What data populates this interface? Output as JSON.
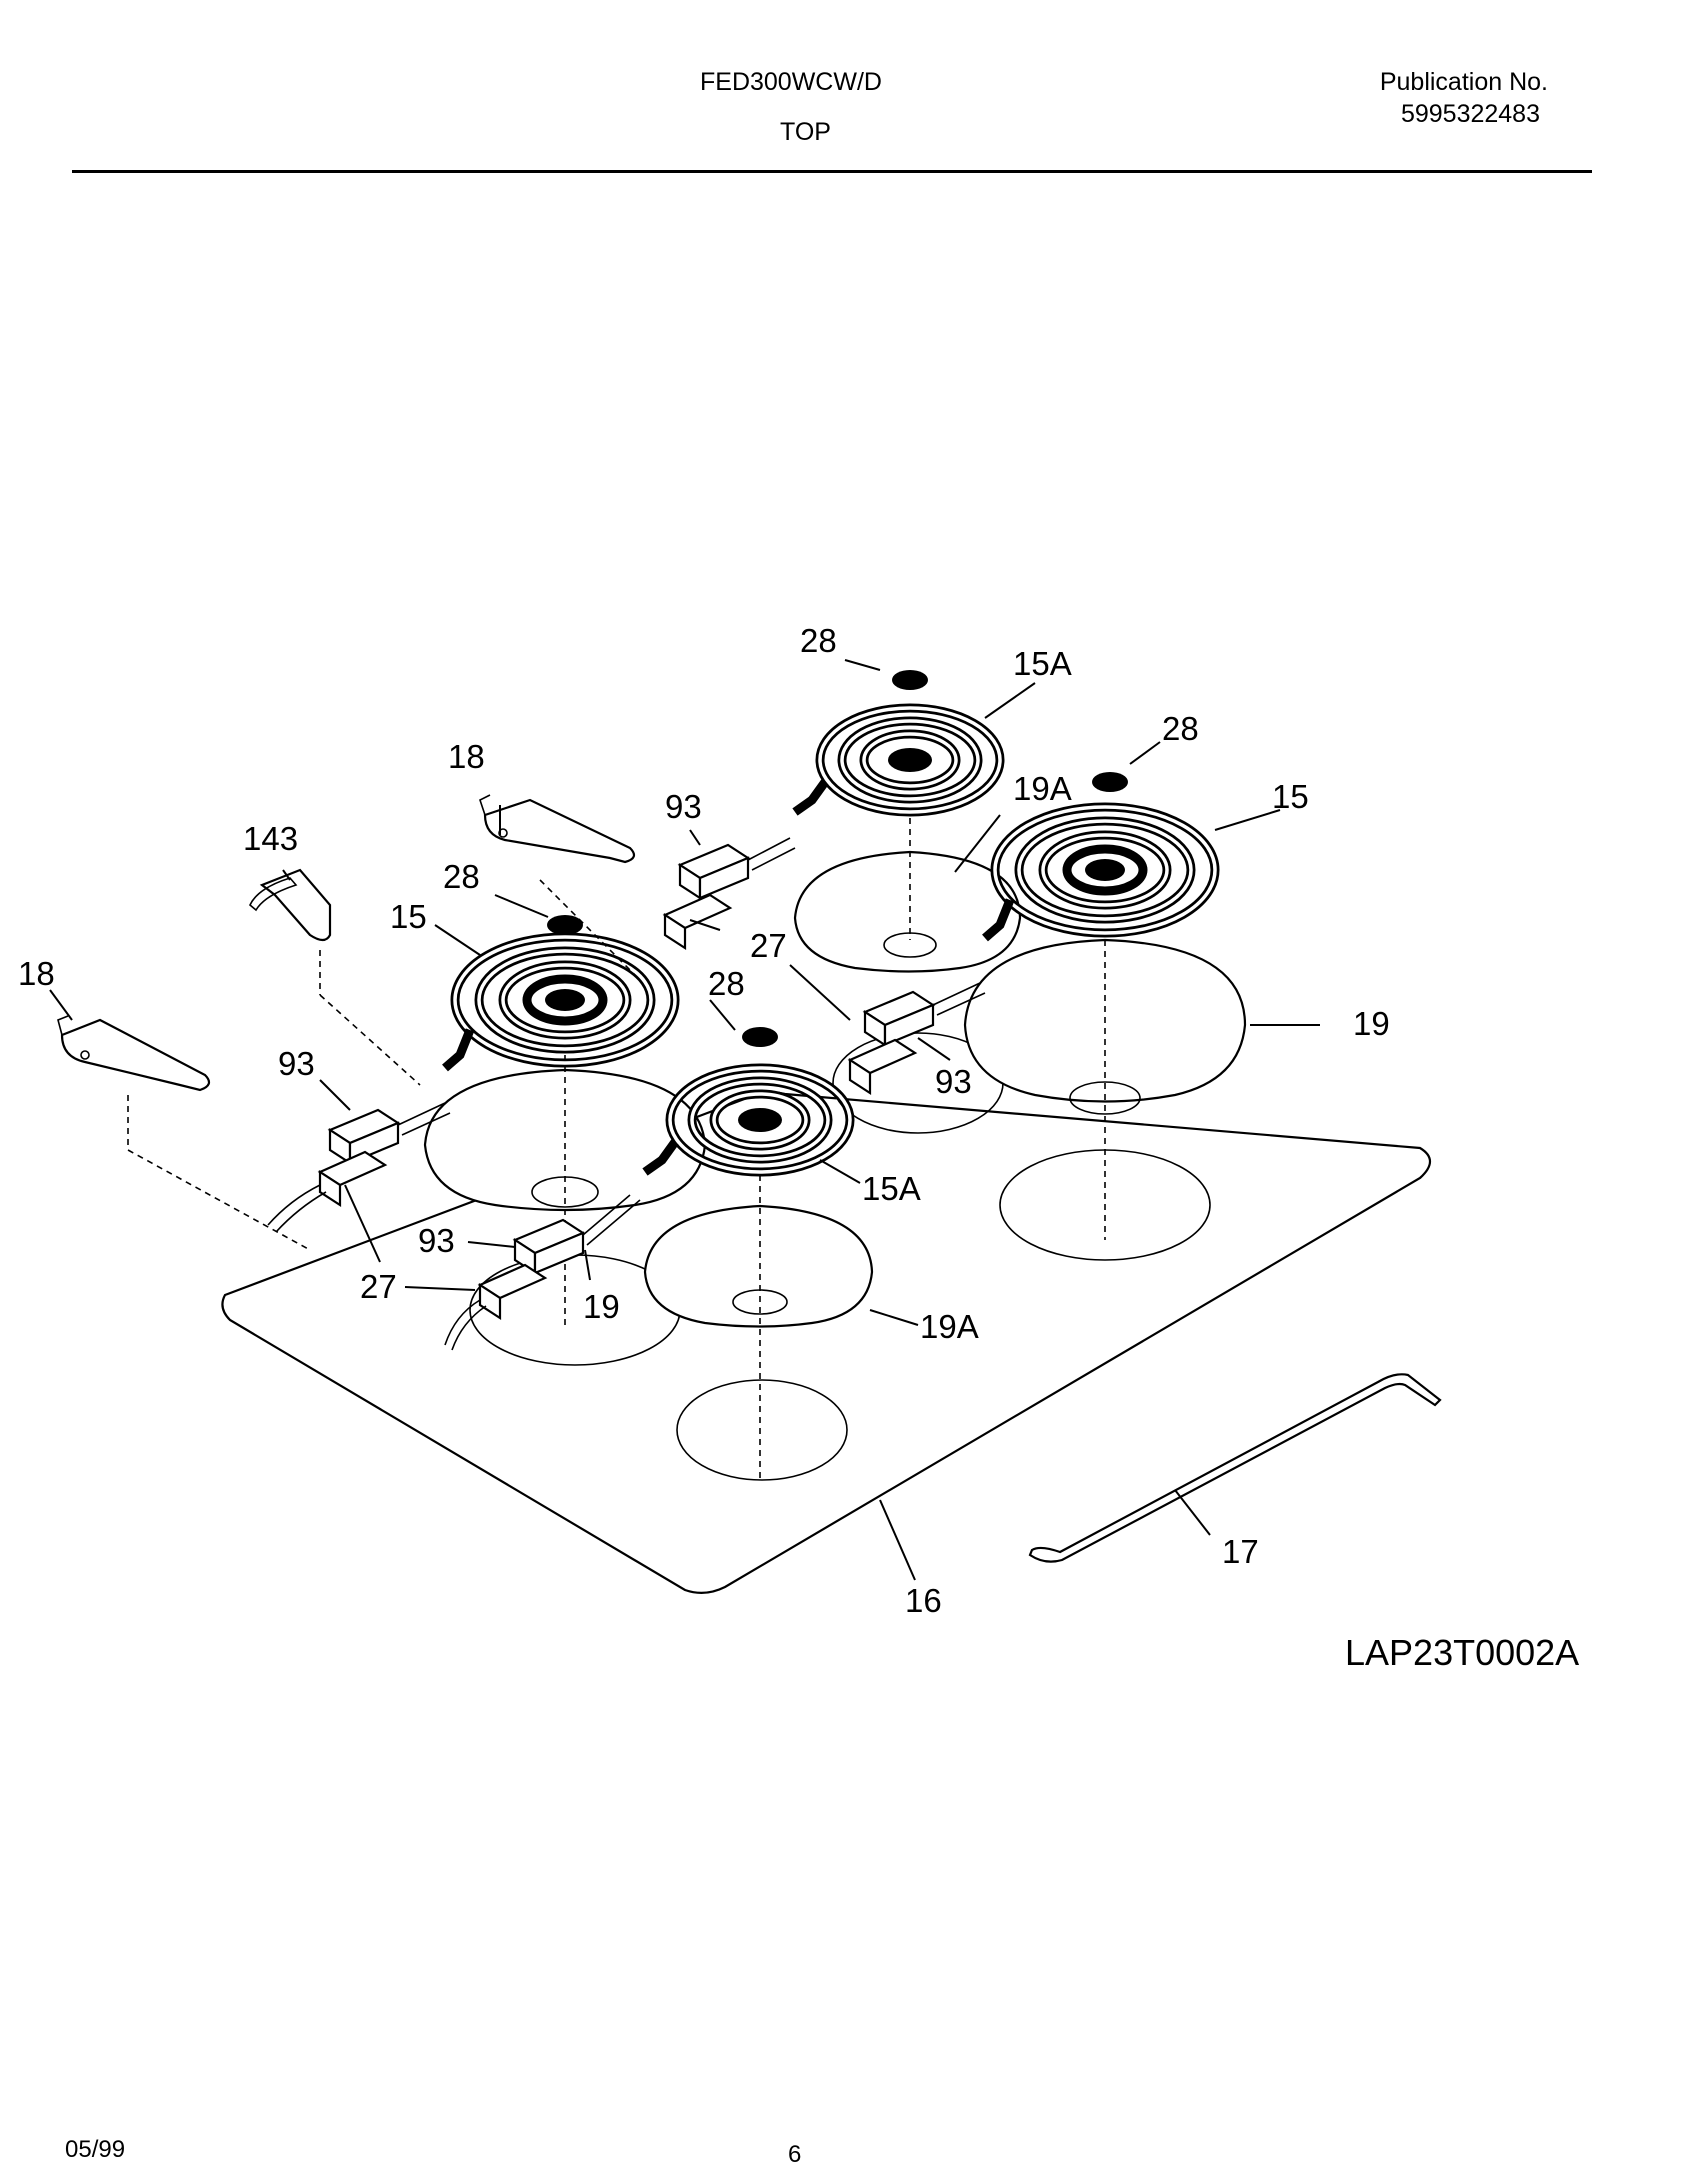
{
  "header": {
    "model": "FED300WCW/D",
    "section": "TOP",
    "publication_label": "Publication No.",
    "publication_number": "5995322483"
  },
  "diagram": {
    "drawing_code": "LAP23T0002A",
    "callouts": {
      "c28_top": "28",
      "c15A_top": "15A",
      "c28_right": "28",
      "c19A_top": "19A",
      "c15_right": "15",
      "c18_top": "18",
      "c93_top": "93",
      "c143": "143",
      "c28_left": "28",
      "c15_left": "15",
      "c27_mid": "27",
      "c18_left": "18",
      "c28_mid": "28",
      "c19_right": "19",
      "c93_left": "93",
      "c93_mid": "93",
      "c15A_bottom": "15A",
      "c93_bottom": "93",
      "c27_bottom": "27",
      "c19_bottom": "19",
      "c19A_bottom": "19A",
      "c17": "17",
      "c16": "16"
    }
  },
  "footer": {
    "date": "05/99",
    "page": "6"
  }
}
